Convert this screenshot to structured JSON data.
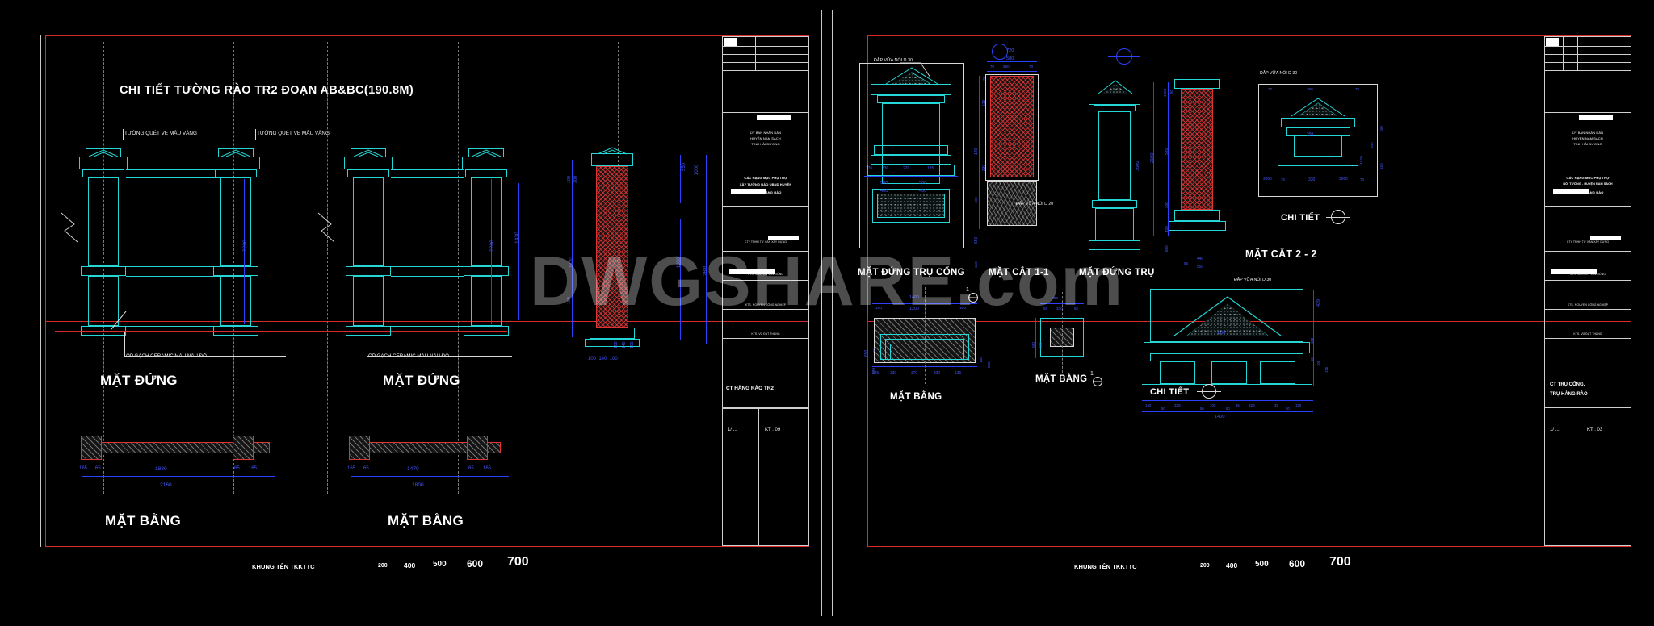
{
  "watermark": {
    "text": "DWGSHARE.com"
  },
  "sheets": [
    {
      "id": "left",
      "title": "CHI TIẾT TƯỜNG RÀO TR2 ĐOẠN AB&BC(190.8M)",
      "footer_label": "KHUNG TÊN TKKTTC",
      "scale_numbers": [
        "200",
        "400",
        "500",
        "600",
        "700"
      ],
      "titleblock": {
        "header_lines": [
          "ỦY BAN NHÂN DÂN",
          "HUYỆN NAM SÁCH",
          "TỈNH HẢI DƯƠNG"
        ],
        "subheader_lines": [
          "CÁC HẠNG MỤC PHỤ TRỢ",
          "XÂY TƯỜNG RÀO UBND HUYỆN",
          "CỔNG - HÀNG RÀO"
        ],
        "rows": [
          "CTY TNHH TƯ VẤN XÂY DỰNG",
          "KTS. NGUYỄN VĂN ĐÔNG",
          "KTS. NGUYỄN CÔNG NGHIỆP",
          "KTS. VŨ ĐẠT THẮNG"
        ],
        "drawing_name": "CT HÀNG RÀO TR2",
        "scale_label": "1/ ...",
        "sheet_label": "KT : 09"
      },
      "labels": [
        {
          "text": "TƯỜNG QUÉT VE MÀU VÀNG"
        },
        {
          "text": "TƯỜNG QUÉT VE MÀU VÀNG"
        },
        {
          "text": "ỐP GẠCH CERAMIC MÀU NÂU ĐỎ"
        },
        {
          "text": "ỐP GẠCH CERAMIC MÀU NÂU ĐỎ"
        }
      ],
      "views": [
        {
          "name": "MẶT ĐỨNG"
        },
        {
          "name": "MẶT ĐỨNG"
        },
        {
          "name": "MẶT BẰNG"
        },
        {
          "name": "MẶT BẰNG"
        }
      ],
      "dimensions": {
        "elevation_left": [
          "2200",
          "1430"
        ],
        "elevation_right": [
          "2200",
          "1430"
        ],
        "column_vertical": [
          "550",
          "1000",
          "1350",
          "2880",
          "100",
          "300",
          "100",
          "100"
        ],
        "plan_left": [
          "165",
          "65",
          "1830",
          "65",
          "165",
          "2160"
        ],
        "plan_right": [
          "165",
          "65",
          "1470",
          "65",
          "165",
          "1800"
        ],
        "column_plan": [
          "100",
          "140",
          "100"
        ],
        "misc": [
          "100",
          "300",
          "100",
          "100",
          "100",
          "140",
          "100"
        ]
      }
    },
    {
      "id": "right",
      "footer_label": "KHUNG TÊN TKKTTC",
      "scale_numbers": [
        "200",
        "400",
        "500",
        "600",
        "700"
      ],
      "titleblock": {
        "header_lines": [
          "ỦY BAN NHÂN DÂN",
          "HUYỆN NAM SÁCH",
          "TỈNH HẢI DƯƠNG"
        ],
        "subheader_lines": [
          "CÁC HẠNG MỤC PHỤ TRỢ",
          "NÔI TƯỜNG - HUYỆN NAM SÁCH",
          "CỔNG - HÀNG RÀO"
        ],
        "rows": [
          "CTY TNHH TƯ VẤN XÂY DỰNG",
          "KTS. NGUYỄN VĂN ĐÔNG",
          "KTS. NGUYỄN CÔNG NGHIỆP",
          "KTS. VŨ ĐẠT THẮNG"
        ],
        "drawing_name_lines": [
          "CT TRỤ CỔNG,",
          "TRỤ HÀNG RÀO"
        ],
        "scale_label": "1/ ...",
        "sheet_label": "KT : 03"
      },
      "views": [
        {
          "name": "MẶT ĐỨNG TRỤ CỔNG"
        },
        {
          "name": "MẶT CẮT 1-1"
        },
        {
          "name": "MẶT ĐỨNG TRỤ"
        },
        {
          "name": "MẶT CẮT 2 - 2"
        },
        {
          "name": "CHI TIẾT"
        },
        {
          "name": "MẶT BẰNG"
        },
        {
          "name": "MẶT BẰNG"
        },
        {
          "name": "CHI TIẾT"
        }
      ],
      "notes": [
        "ĐẮP VỮA NỔI D 30",
        "ĐẮP VỮA NỔI D 30",
        "ĐẮP VỮA NỔI D 20",
        "ĐẮP VỮA NỔI D 30"
      ],
      "dimensions": {
        "gate_pillar_top": [
          "720",
          "580",
          "70",
          "70"
        ],
        "gate_pillar_side": [
          "510",
          "70",
          "120",
          "330"
        ],
        "gate_pillar_base": [
          "135",
          "330",
          "270",
          "135",
          "500",
          "400",
          "500",
          "400"
        ],
        "section_1_1": [
          "100",
          "50",
          "1000",
          "500",
          "150",
          "2500",
          "3600"
        ],
        "pillar_vert": [
          "580",
          "400",
          "650",
          "150",
          "200"
        ],
        "section_2_2_top": [
          "70",
          "390",
          "70",
          "150",
          "100",
          "150"
        ],
        "section_2_2": [
          "299",
          "2060",
          "70",
          "330",
          "2060",
          "70",
          "4020"
        ],
        "plan_bottom_left": [
          "1400",
          "1200",
          "100",
          "100",
          "650",
          "70",
          "330",
          "135",
          "330",
          "270",
          "330",
          "135",
          "165",
          "330"
        ],
        "plan_detail": [
          "55",
          "330",
          "55",
          "440",
          "550",
          "500",
          "330"
        ],
        "detail_bottom": [
          "800",
          "429",
          "150",
          "50",
          "100",
          "150",
          "150",
          "50",
          "329",
          "50",
          "100",
          "50",
          "35",
          "329",
          "35",
          "50",
          "150",
          "1400"
        ]
      }
    }
  ]
}
